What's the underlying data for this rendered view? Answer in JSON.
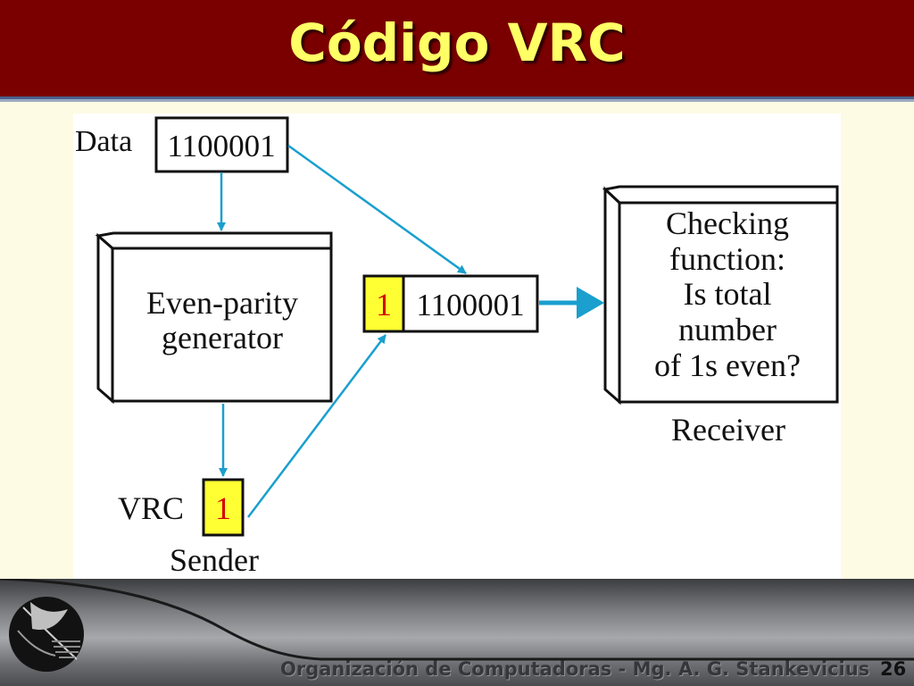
{
  "slide": {
    "title": "Código VRC",
    "footer_text": "Organización de Computadoras - Mg. A. G. Stankevicius",
    "page_number": "26"
  },
  "diagram": {
    "data_label": "Data",
    "data_bits": "1100001",
    "generator_line1": "Even-parity",
    "generator_line2": "generator",
    "vrc_label": "VRC",
    "vrc_bit": "1",
    "sender_label": "Sender",
    "frame_parity_bit": "1",
    "frame_data_bits": "1100001",
    "checker_line1": "Checking",
    "checker_line2": "function:",
    "checker_line3": "Is total",
    "checker_line4": "number",
    "checker_line5": "of 1s even?",
    "receiver_label": "Receiver"
  },
  "colors": {
    "title_bg": "#7a0000",
    "title_text": "#ffff66",
    "arrow": "#1a9fce",
    "highlight_fill": "#ffff33",
    "highlight_text": "#d40000"
  }
}
